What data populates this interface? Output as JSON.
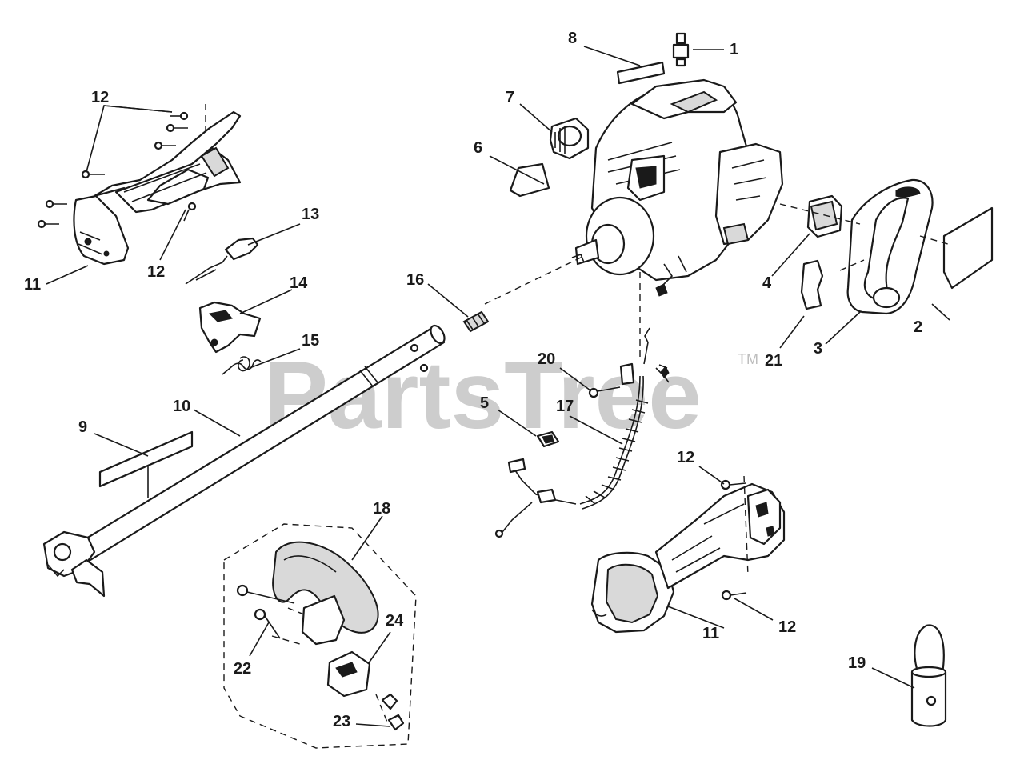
{
  "watermark": {
    "text": "PartsTree",
    "mark": "TM",
    "color": "#bdbdbd"
  },
  "callouts": [
    {
      "id": "c1",
      "label": "1"
    },
    {
      "id": "c2",
      "label": "2"
    },
    {
      "id": "c3",
      "label": "3"
    },
    {
      "id": "c4",
      "label": "4"
    },
    {
      "id": "c5",
      "label": "5"
    },
    {
      "id": "c6",
      "label": "6"
    },
    {
      "id": "c7",
      "label": "7"
    },
    {
      "id": "c8",
      "label": "8"
    },
    {
      "id": "c9",
      "label": "9"
    },
    {
      "id": "c10",
      "label": "10"
    },
    {
      "id": "c11a",
      "label": "11"
    },
    {
      "id": "c11b",
      "label": "11"
    },
    {
      "id": "c12a",
      "label": "12"
    },
    {
      "id": "c12b",
      "label": "12"
    },
    {
      "id": "c12c",
      "label": "12"
    },
    {
      "id": "c12d",
      "label": "12"
    },
    {
      "id": "c13",
      "label": "13"
    },
    {
      "id": "c14",
      "label": "14"
    },
    {
      "id": "c15",
      "label": "15"
    },
    {
      "id": "c16",
      "label": "16"
    },
    {
      "id": "c17",
      "label": "17"
    },
    {
      "id": "c18",
      "label": "18"
    },
    {
      "id": "c19",
      "label": "19"
    },
    {
      "id": "c20",
      "label": "20"
    },
    {
      "id": "c21",
      "label": "21"
    },
    {
      "id": "c22",
      "label": "22"
    },
    {
      "id": "c23",
      "label": "23"
    },
    {
      "id": "c24",
      "label": "24"
    }
  ]
}
